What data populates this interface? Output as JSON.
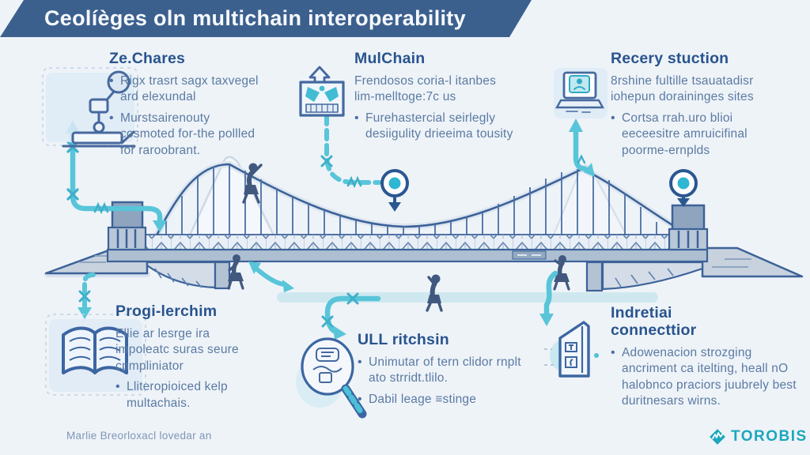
{
  "banner": {
    "title_prefix": "Ceolíèges oln ",
    "title_bold": "multichain",
    "title_suffix": " interoperability"
  },
  "sections": {
    "top_left": {
      "heading": "Ze.Chares",
      "bullet1": "Rigx trasrt sagx taxvegel ard elexundal",
      "bullet2": "Murstsairenouty cosmoted for-the pollled for raroobrant."
    },
    "top_mid": {
      "heading": "MulChain",
      "para": "Frendosos coria-l itanbes lim-melltoge:7c us",
      "bullet1": "Furehastercial seirlegly desiigulity drieeima tousity"
    },
    "top_right": {
      "heading": "Recery stuction",
      "para": "8rshine fultille tsauatadisr iohepun doraininges sites",
      "bullet1": "Cortsa rrah.uro blioi eeceesitre amruicifinal poorme-ernplds"
    },
    "bottom_left": {
      "heading": "Progi-lerchim",
      "para": "Ellie ar lesrge ira impoleatc suras seure cpmpliniator",
      "bullet1": "Lliteropioiced kelp multachais."
    },
    "bottom_mid": {
      "heading": "ULL ritchsin",
      "bullet1": "Unimutar of tern clidor rnplt ato strridt.tlilo.",
      "bullet2": "Dabil leage ≡stinge"
    },
    "bottom_right": {
      "heading": "Indretiai\nconnecttior",
      "bullet1": "Adowenacion strozging ancriment ca itelting, heall nO halobnco praciors juubrely best duritnesars wirns."
    }
  },
  "footer": {
    "credit": "Marlie Breorloxacl lovedar an",
    "brand": "TOROBIS"
  },
  "icons": {
    "top_left": "presenter-machine-icon",
    "top_mid": "badge-arrow-icon",
    "top_right": "laptop-user-icon",
    "bottom_left": "open-book-icon",
    "bottom_mid": "magnifier-diagram-icon",
    "bottom_right": "doorway-building-icon",
    "brand": "torobis-diamond-icon"
  },
  "colors": {
    "background": "#eef3f8",
    "banner_bg": "#3c608e",
    "heading": "#29548e",
    "body_text": "#5b7aa2",
    "arrow_teal": "#58c5d9",
    "brand_teal": "#1ba7bd",
    "outline_blue": "#3c6298",
    "bridge_fill": "#c8d2de"
  }
}
